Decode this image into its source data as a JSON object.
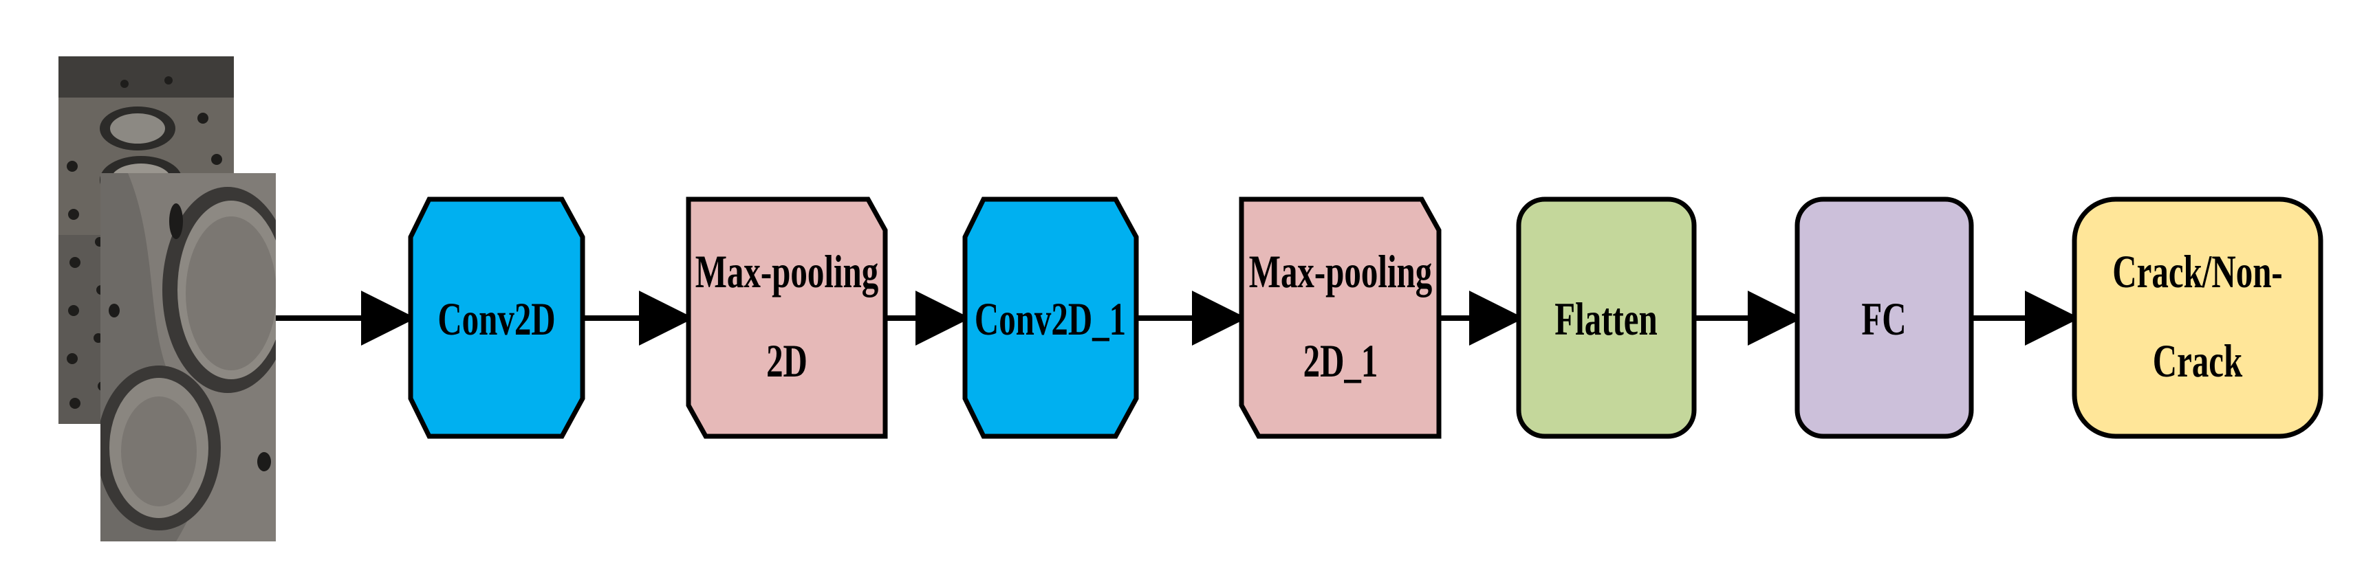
{
  "nodes": [
    {
      "id": "conv2d",
      "lines": [
        "Conv2D"
      ],
      "color": "#00b0f0",
      "shape": "octagon"
    },
    {
      "id": "maxpool",
      "lines": [
        "Max-pooling",
        "2D"
      ],
      "color": "#e6b9b8",
      "shape": "snip-corner"
    },
    {
      "id": "conv2d-1",
      "lines": [
        "Conv2D_1"
      ],
      "color": "#00b0f0",
      "shape": "octagon"
    },
    {
      "id": "maxpool-1",
      "lines": [
        "Max-pooling",
        "2D_1"
      ],
      "color": "#e6b9b8",
      "shape": "snip-corner"
    },
    {
      "id": "flatten",
      "lines": [
        "Flatten"
      ],
      "color": "#c4d79b",
      "shape": "rounded"
    },
    {
      "id": "fc",
      "lines": [
        "FC"
      ],
      "color": "#ccc0da",
      "shape": "rounded"
    },
    {
      "id": "output",
      "lines": [
        "Crack/Non-",
        "Crack"
      ],
      "color": "#ffe699",
      "shape": "rounded"
    }
  ],
  "input_images": [
    "engine-block-photo",
    "cylinder-head-photo"
  ],
  "edge_color": "#000000"
}
